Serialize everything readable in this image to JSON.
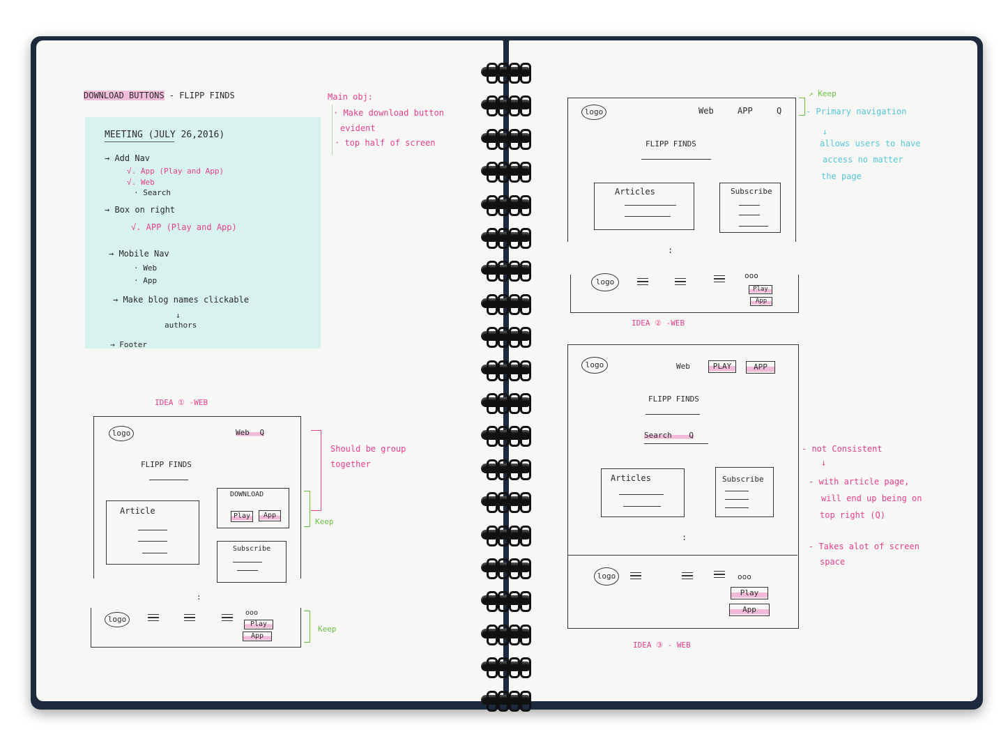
{
  "header": {
    "title_left": "DOWNLOAD BUTTONS",
    "title_right": "- FLIPP FINDS"
  },
  "meeting": {
    "title": "MEETING (JULY 26,2016)",
    "add_nav": "→ Add Nav",
    "add_nav_items": [
      "√. App (Play and App)",
      "√. Web",
      "· Search"
    ],
    "box_on_right": "→ Box on right",
    "box_on_right_item": "√. APP (Play and App)",
    "mobile_nav": "→ Mobile Nav",
    "mobile_nav_items": [
      "· Web",
      "· App"
    ],
    "make_blog": "→ Make blog names clickable",
    "authors": "authors",
    "footer": "→ Footer"
  },
  "main_obj": {
    "title": "Main obj:",
    "items": [
      "· Make download button",
      "evident",
      "· top half of screen"
    ]
  },
  "idea1": {
    "label": "IDEA ① -WEB",
    "logo": "logo",
    "web": "Web",
    "search_glyph": "Q",
    "site_title": "FLIPP FINDS",
    "article": "Article",
    "download": "DOWNLOAD",
    "play": "Play",
    "app": "App",
    "subscribe": "Subscribe",
    "footer_logo": "logo",
    "footer_dots": "ooo",
    "footer_play": "Play",
    "footer_app": "App",
    "note_group": "Should be group",
    "note_group2": "together",
    "keep1": "Keep",
    "keep2": "Keep"
  },
  "idea2": {
    "label": "IDEA ② -WEB",
    "logo": "logo",
    "web": "Web",
    "app": "APP",
    "search_glyph": "Q",
    "site_title": "FLIPP FINDS",
    "articles": "Articles",
    "subscribe": "Subscribe",
    "footer_logo": "logo",
    "footer_dots": "ooo",
    "footer_play": "Play",
    "footer_app": "App",
    "keep": "Keep",
    "note_primary": "- Primary navigation",
    "note_arrow": "↓",
    "note_allows": "allows users to have",
    "note_access": "access no matter",
    "note_page": "the page"
  },
  "idea3": {
    "label": "IDEA ③ - WEB",
    "logo": "logo",
    "web": "Web",
    "play": "PLAY",
    "app": "APP",
    "site_title": "FLIPP FINDS",
    "search": "Search",
    "search_glyph": "Q",
    "articles": "Articles",
    "subscribe": "Subscribe",
    "footer_logo": "logo",
    "footer_dots": "ooo",
    "footer_play": "Play",
    "footer_app": "App",
    "note_consistent": "- not Consistent",
    "note_arrow": "↓",
    "note_with": "- with article page,",
    "note_will": "will end up being on",
    "note_top": "top right (Q)",
    "note_takes": "- Takes alot of screen",
    "note_space": "space"
  },
  "colors": {
    "cover": "#1d2a3d",
    "paper": "#f7f7f5",
    "sticky": "#d8f3ee",
    "pink": "#e8408d",
    "green": "#6bbf43",
    "cyan": "#55c7d8"
  }
}
